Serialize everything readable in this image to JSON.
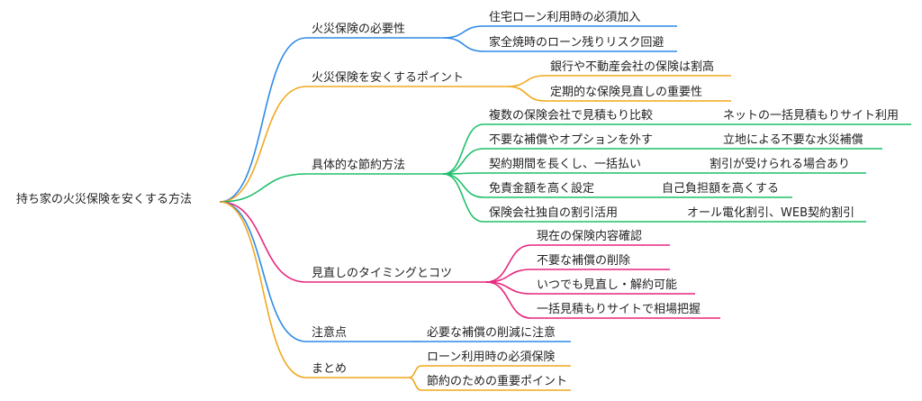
{
  "root": {
    "label": "持ち家の火災保険を安くする方法"
  },
  "branches": [
    {
      "label": "火災保険の必要性",
      "color": "#2e8ae6",
      "children": [
        {
          "label": "住宅ローン利用時の必須加入"
        },
        {
          "label": "家全焼時のローン残りリスク回避"
        }
      ]
    },
    {
      "label": "火災保険を安くするポイント",
      "color": "#f0a81e",
      "children": [
        {
          "label": "銀行や不動産会社の保険は割高"
        },
        {
          "label": "定期的な保険見直しの重要性"
        }
      ]
    },
    {
      "label": "具体的な節約方法",
      "color": "#1fbf6a",
      "children": [
        {
          "label": "複数の保険会社で見積もり比較",
          "detail": "ネットの一括見積もりサイト利用"
        },
        {
          "label": "不要な補償やオプションを外す",
          "detail": "立地による不要な水災補償"
        },
        {
          "label": "契約期間を長くし、一括払い",
          "detail": "割引が受けられる場合あり"
        },
        {
          "label": "免責金額を高く設定",
          "detail": "自己負担額を高くする"
        },
        {
          "label": "保険会社独自の割引活用",
          "detail": "オール電化割引、WEB契約割引"
        }
      ]
    },
    {
      "label": "見直しのタイミングとコツ",
      "color": "#e8277d",
      "children": [
        {
          "label": "現在の保険内容確認"
        },
        {
          "label": "不要な補償の削除"
        },
        {
          "label": "いつでも見直し・解約可能"
        },
        {
          "label": "一括見積もりサイトで相場把握"
        }
      ]
    },
    {
      "label": "注意点",
      "color": "#2e8ae6",
      "children": [
        {
          "label": "必要な補償の削減に注意"
        }
      ]
    },
    {
      "label": "まとめ",
      "color": "#f0a81e",
      "children": [
        {
          "label": "ローン利用時の必須保険"
        },
        {
          "label": "節約のための重要ポイント"
        }
      ]
    }
  ]
}
